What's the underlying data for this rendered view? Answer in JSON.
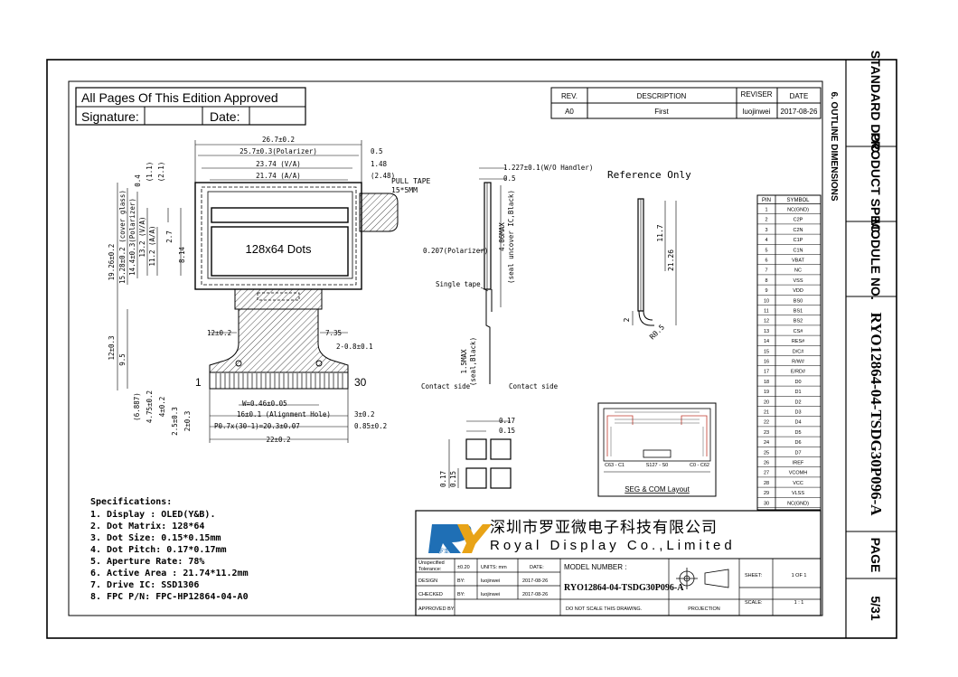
{
  "approval": {
    "title": "All Pages Of This Edition Approved",
    "signature_label": "Signature:",
    "date_label": "Date:"
  },
  "revision": {
    "headers": [
      "REV.",
      "DESCRIPTION",
      "REVISER",
      "DATE"
    ],
    "rows": [
      [
        "A0",
        "First",
        "luojinwei",
        "2017-08-26"
      ]
    ]
  },
  "section_title": "6. OUTLINE DIMENSIONS",
  "side_panel": {
    "standard": "STANDARD DOC.",
    "product": "PRODUCT SPEC.",
    "module": "MODULE NO.",
    "model": "RYO12864-04-TSDG30P096-A",
    "page_label": "PAGE",
    "page_value": "5/31"
  },
  "front_view": {
    "dots_label": "128x64 Dots",
    "pull_tape": "PULL TAPE\n15*5MM",
    "pin1": "1",
    "pin30": "30",
    "dims": {
      "w_total": "26.7±0.2",
      "w_polarizer": "25.7±0.3(Polarizer)",
      "w_va": "23.74 (V/A)",
      "w_aa": "21.74 (A/A)",
      "d05": "0.5",
      "d148": "1.48",
      "d248": "(2.48)",
      "h_cover": "19.26±0.2",
      "h_cover_glass": "15.28±0.2 (cover glass)",
      "h_polarizer": "14.4±0.3(Polarizer)",
      "h_va": "13.2 (V/A)",
      "h_aa": "11.2 (A/A)",
      "d27": "2.7",
      "d814": "8.14",
      "d04": "0.4",
      "d11": "(1.1)",
      "d21": "(2.1)",
      "d12": "12±0.2",
      "d735": "7.35",
      "r08": "2-0.8±0.1",
      "h12": "12±0.3",
      "h95": "9.5",
      "w_pin": "W=0.46±0.05",
      "align_hole": "16±0.1 (Alignment Hole)",
      "pitch": "P0.7x(30-1)=20.3±0.07",
      "d32": "3±0.2",
      "d085": "0.85±0.2",
      "d22": "22±0.2",
      "d6887": "(6.887)",
      "d475": "4.75±0.2",
      "d4": "4±0.2",
      "d25": "2.5±0.3",
      "d2": "2±0.3"
    }
  },
  "side_view": {
    "handler": "1.227±0.1(W/O Handler)",
    "d05": "0.5",
    "polarizer": "0.207(Polarizer)",
    "max406": "4.06MAX\n(seal uncover IC,Black)",
    "single_tape": "Single tape",
    "max15": "1.5MAX\n(seal,Black)",
    "contact_left": "Contact side",
    "contact_right": "Contact side"
  },
  "reference": {
    "title": "Reference Only",
    "d117": "11.7",
    "d2126": "21.26",
    "d2": "2",
    "r05": "R0.5"
  },
  "pixel_detail": {
    "d017": "0.17",
    "d015": "0.15",
    "v017": "0.17",
    "v015": "0.15"
  },
  "seg_com": {
    "labels": [
      "C63 - C1",
      "S127 - S0",
      "C0 - C62"
    ],
    "caption": "SEG & COM Layout"
  },
  "pin_table": {
    "headers": [
      "PIN",
      "SYMBOL"
    ],
    "rows": [
      [
        "1",
        "NC(GND)"
      ],
      [
        "2",
        "C2P"
      ],
      [
        "3",
        "C2N"
      ],
      [
        "4",
        "C1P"
      ],
      [
        "5",
        "C1N"
      ],
      [
        "6",
        "VBAT"
      ],
      [
        "7",
        "NC"
      ],
      [
        "8",
        "VSS"
      ],
      [
        "9",
        "VDD"
      ],
      [
        "10",
        "BS0"
      ],
      [
        "11",
        "BS1"
      ],
      [
        "12",
        "BS2"
      ],
      [
        "13",
        "CS#"
      ],
      [
        "14",
        "RES#"
      ],
      [
        "15",
        "D/C#"
      ],
      [
        "16",
        "R/W#"
      ],
      [
        "17",
        "E/RD#"
      ],
      [
        "18",
        "D0"
      ],
      [
        "19",
        "D1"
      ],
      [
        "20",
        "D2"
      ],
      [
        "21",
        "D3"
      ],
      [
        "22",
        "D4"
      ],
      [
        "23",
        "D5"
      ],
      [
        "24",
        "D6"
      ],
      [
        "25",
        "D7"
      ],
      [
        "26",
        "IREF"
      ],
      [
        "27",
        "VCOMH"
      ],
      [
        "28",
        "VCC"
      ],
      [
        "29",
        "VLSS"
      ],
      [
        "30",
        "NC(GND)"
      ]
    ]
  },
  "specifications": {
    "title": "Specifications:",
    "items": [
      "1. Display : OLED(Y&B).",
      "2. Dot Matrix: 128*64",
      "3. Dot Size: 0.15*0.15mm",
      "4. Dot Pitch: 0.17*0.17mm",
      "5. Aperture Rate: 78%",
      "6. Active Area : 21.74*11.2mm",
      "7. Drive IC: SSD1306",
      "8. FPC P/N: FPC-HP12864-04-A0"
    ]
  },
  "company": {
    "cn": "深圳市罗亚微电子科技有限公司",
    "en": "Royal Display Co.,Limited",
    "logo_sub": "罗亚",
    "accent": "#1f6fb5",
    "accent2": "#e8a317"
  },
  "title_block": {
    "tol_label": "Unspecified Tolerance:",
    "tol_value": "±0.20",
    "units": "UNITS: mm",
    "date_label": "DATE:",
    "model_label": "MODEL NUMBER :",
    "model_value": "RYO12864-04-TSDG30P096-A",
    "design_label": "DESIGN",
    "checked_label": "CHECKED",
    "approved_label": "APPROVED BY:",
    "by": "BY:",
    "design_by": "luojinwei",
    "design_date": "2017-08-26",
    "checked_by": "luojinwei",
    "checked_date": "2017-08-26",
    "no_scale": "DO NOT SCALE THIS DRAWING.",
    "projection": "PROJECTION",
    "sheet_label": "SHEET:",
    "sheet_value": "1 OF 1",
    "scale_label": "SCALE:",
    "scale_value": "1 : 1"
  }
}
